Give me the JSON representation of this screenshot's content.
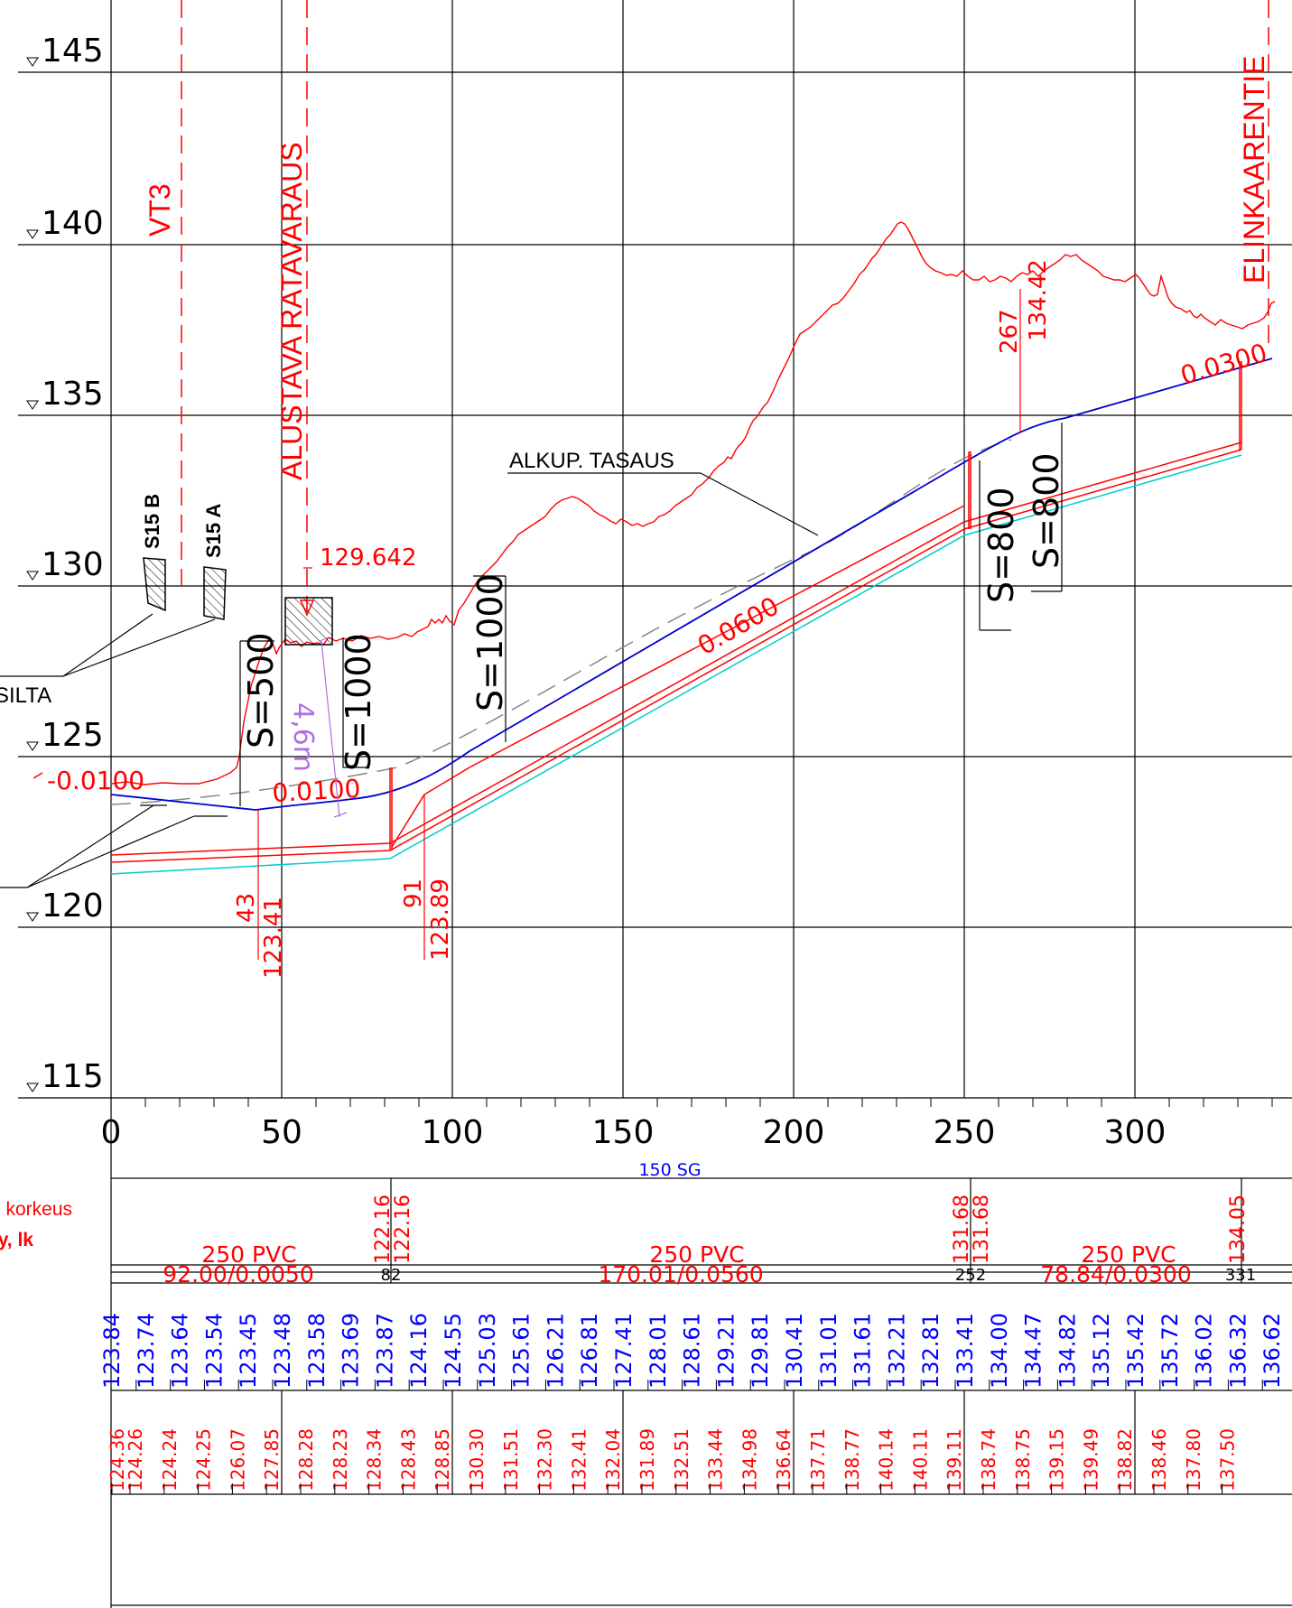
{
  "colors": {
    "terrain": "#ff0000",
    "grade_line": "#0000cc",
    "pipe": "#ff0000",
    "pipe_bottom": "#00cccc",
    "original_grade": "#888888",
    "grid": "#000000",
    "clearance": "#b070e0",
    "blue_text": "#0000ff",
    "red_text": "#ff0000"
  },
  "elevation_labels": [
    "145",
    "140",
    "135",
    "130",
    "125",
    "120",
    "115"
  ],
  "station_labels": [
    "0",
    "50",
    "100",
    "150",
    "200",
    "250",
    "300"
  ],
  "vertical_annotations": {
    "vt3": "VT3",
    "alustava": "ALUSTAVA  RATAVARAUS",
    "elinkaarentie": "ELINKAARENTIE",
    "s15b": "S15 B",
    "s15a": "S15 A"
  },
  "curves": {
    "s500": "S=500",
    "s1000_a": "S=1000",
    "s1000_b": "S=1000",
    "s800_a": "S=800",
    "s800_b": "S=800"
  },
  "slopes": {
    "neg0100": "-0.0100",
    "pos0100": "0.0100",
    "s0600": "0.0600",
    "s0300": "0.0300"
  },
  "points": {
    "p43": "43",
    "e12341": "123.41",
    "p91": "91",
    "e12389": "123.89",
    "p267": "267",
    "e13442": "134.42",
    "e129642": "129.642"
  },
  "notes": {
    "alkup": "ALKUP. TASAUS",
    "clearance": "4,6m",
    "silta": "SILTA",
    "korkeus": "korkeus",
    "ylk": "y, lk"
  },
  "pipe_table": {
    "sg": "150 SG",
    "segments": [
      {
        "type": "250 PVC",
        "spec": "92.00/0.0050"
      },
      {
        "type": "250 PVC",
        "spec": "170.01/0.0560"
      },
      {
        "type": "250 PVC",
        "spec": "78.84/0.0300"
      }
    ],
    "node_stations": [
      "82",
      "252",
      "331"
    ],
    "node_levels": [
      [
        "122.16",
        "122.16"
      ],
      [
        "131.68",
        "131.68"
      ],
      [
        "134.05"
      ]
    ]
  },
  "grade_elevations": [
    "123.84",
    "123.74",
    "123.64",
    "123.54",
    "123.45",
    "123.48",
    "123.58",
    "123.69",
    "123.87",
    "124.16",
    "124.55",
    "125.03",
    "125.61",
    "126.21",
    "126.81",
    "127.41",
    "128.01",
    "128.61",
    "129.21",
    "129.81",
    "130.41",
    "131.01",
    "131.61",
    "132.21",
    "132.81",
    "133.41",
    "134.00",
    "134.47",
    "134.82",
    "135.12",
    "135.42",
    "135.72",
    "136.02",
    "136.32",
    "136.62"
  ],
  "ground_elevations": [
    "124.36",
    "124.26",
    "124.24",
    "124.25",
    "126.07",
    "127.85",
    "128.28",
    "128.23",
    "128.34",
    "128.43",
    "128.85",
    "130.30",
    "131.51",
    "132.30",
    "132.41",
    "132.04",
    "131.89",
    "132.51",
    "133.44",
    "134.98",
    "136.64",
    "137.71",
    "138.77",
    "140.14",
    "140.11",
    "139.11",
    "138.74",
    "138.75",
    "139.15",
    "139.49",
    "138.82",
    "138.46",
    "137.80",
    "137.50"
  ]
}
